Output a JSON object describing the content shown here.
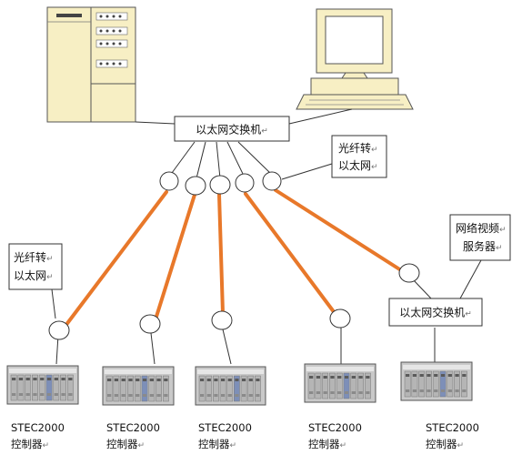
{
  "nodes": {
    "main_switch": {
      "label": "以太网交换机"
    },
    "remote_switch": {
      "label": "以太网交换机"
    },
    "fiber_converter_top": {
      "line1": "光纤转",
      "line2": "以太网"
    },
    "fiber_converter_left": {
      "line1": "光纤转",
      "line2": "以太网"
    },
    "video_server": {
      "line1": "网络视频",
      "line2": "服务器"
    }
  },
  "controllers": [
    {
      "model": "STEC2000",
      "type": "控制器"
    },
    {
      "model": "STEC2000",
      "type": "控制器"
    },
    {
      "model": "STEC2000",
      "type": "控制器"
    },
    {
      "model": "STEC2000",
      "type": "控制器"
    },
    {
      "model": "STEC2000",
      "type": "控制器"
    }
  ],
  "paragraph_mark": "↵",
  "colors": {
    "fiber": "#e8782a",
    "server_body": "#f7efc4",
    "monitor_body": "#f7efc4",
    "screen": "#ffffff",
    "controller_body": "#c9c9c9",
    "controller_panel": "#7d8fb8"
  }
}
